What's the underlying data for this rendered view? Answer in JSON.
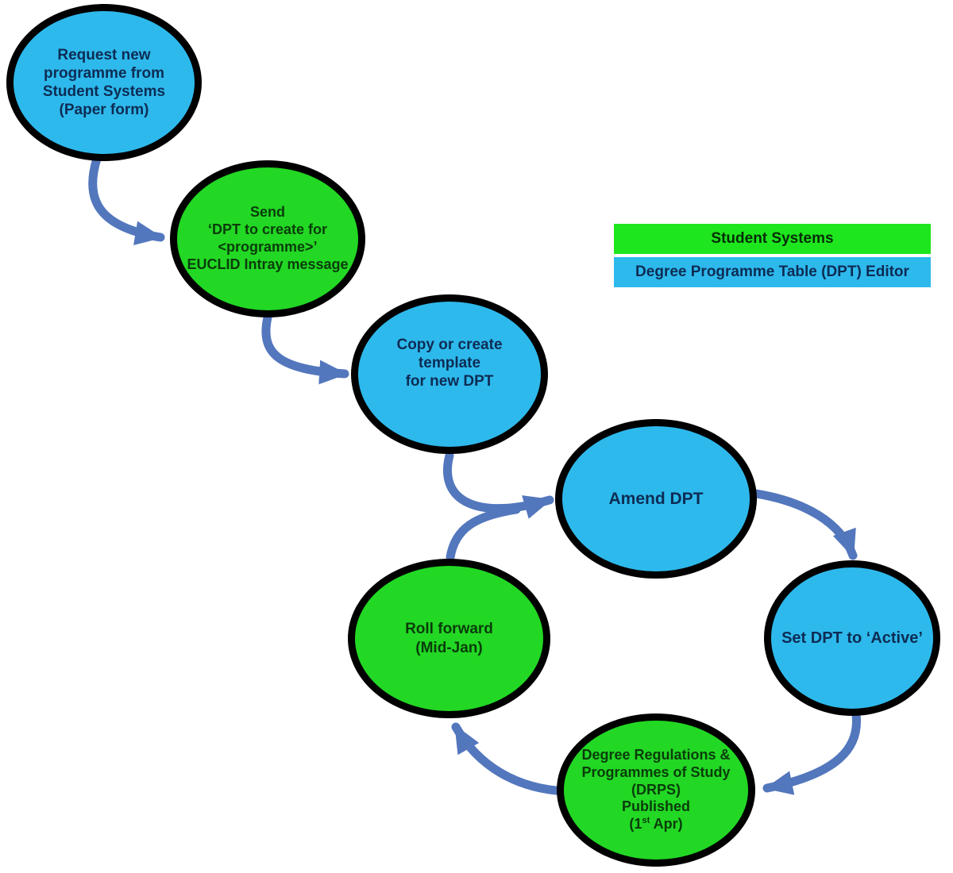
{
  "diagram": {
    "background_color": "#ffffff",
    "arrow_color": "#5377bd",
    "node_border_color": "#000000",
    "colors": {
      "student_systems_green": "#22d824",
      "dpt_editor_blue": "#2eb9ec",
      "blue_text": "#0d2c54",
      "green_text": "#0a3c0a"
    },
    "nodes": [
      {
        "id": "request-new-programme",
        "system": "dpt_editor",
        "label": "Request new\nprogramme from\nStudent Systems\n(Paper form)"
      },
      {
        "id": "send-intray-message",
        "system": "student_systems",
        "label": "Send\n‘DPT to create for\n<programme>’\nEUCLID Intray message"
      },
      {
        "id": "copy-or-create-template",
        "system": "dpt_editor",
        "label": "Copy or create template\nfor new DPT"
      },
      {
        "id": "amend-dpt",
        "system": "dpt_editor",
        "label": "Amend DPT"
      },
      {
        "id": "set-dpt-active",
        "system": "dpt_editor",
        "label": "Set DPT to ‘Active’"
      },
      {
        "id": "drps-published",
        "system": "student_systems",
        "label": "Degree Regulations &\nProgrammes of Study\n(DRPS)\nPublished\n(1st Apr)",
        "label_html": "Degree Regulations &amp;\nProgrammes of Study\n(DRPS)\nPublished\n(1<sup>st</sup> Apr)"
      },
      {
        "id": "roll-forward",
        "system": "student_systems",
        "label": "Roll forward\n(Mid-Jan)"
      }
    ],
    "arrows": [
      {
        "from": "request-new-programme",
        "to": "send-intray-message"
      },
      {
        "from": "send-intray-message",
        "to": "copy-or-create-template"
      },
      {
        "from": "copy-or-create-template",
        "to": "amend-dpt"
      },
      {
        "from": "roll-forward",
        "to": "amend-dpt"
      },
      {
        "from": "amend-dpt",
        "to": "set-dpt-active"
      },
      {
        "from": "set-dpt-active",
        "to": "drps-published"
      },
      {
        "from": "drps-published",
        "to": "roll-forward"
      }
    ],
    "legend": [
      {
        "label": "Student Systems",
        "system": "student_systems"
      },
      {
        "label": "Degree Programme Table (DPT) Editor",
        "system": "dpt_editor"
      }
    ]
  }
}
